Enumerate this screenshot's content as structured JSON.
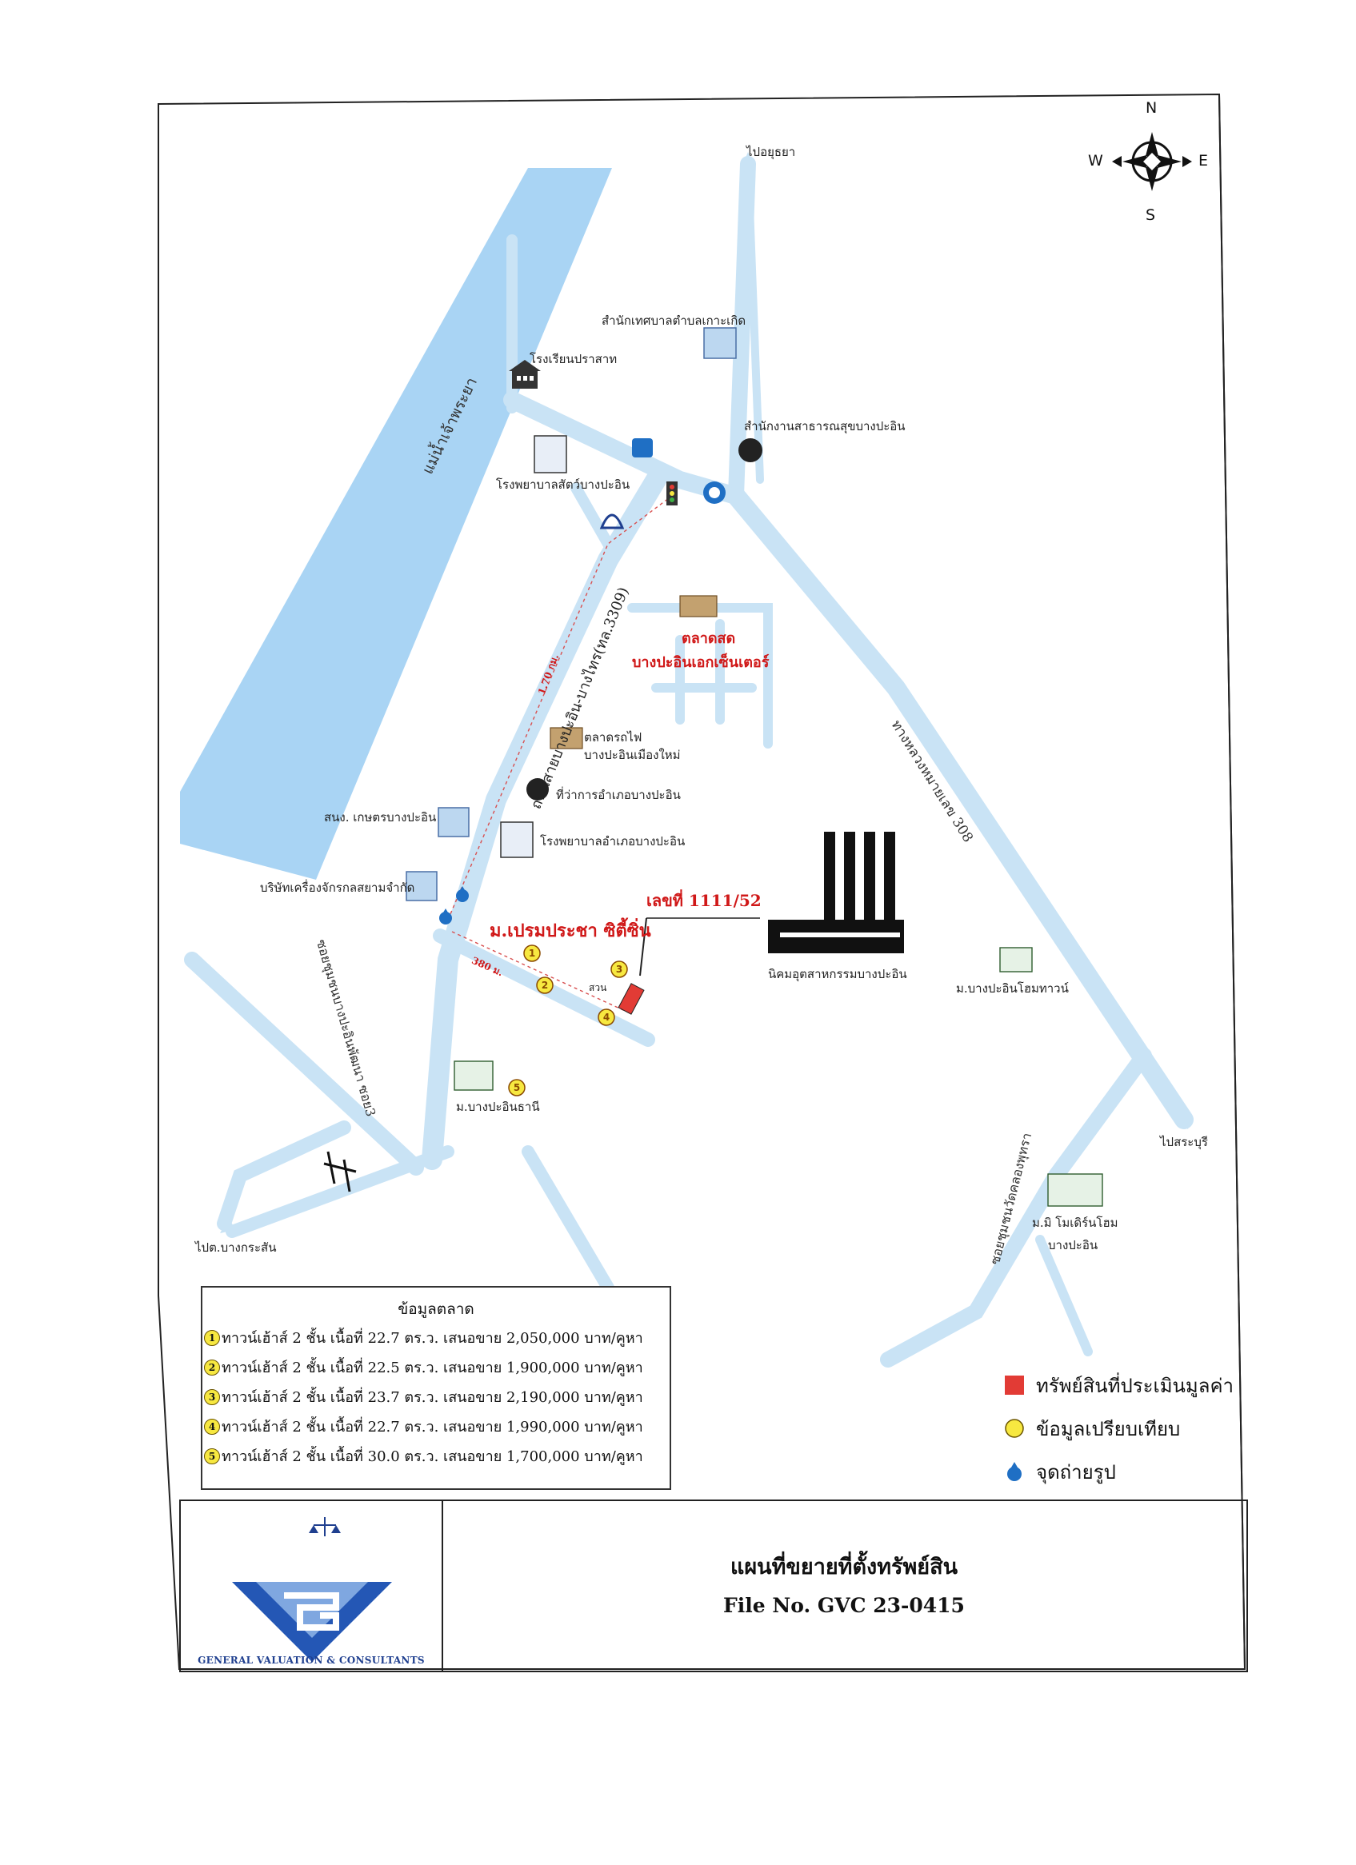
{
  "map": {
    "places": {
      "to_ayutthaya": "ไปอยุธยา",
      "municipal_office": "สำนักเทศบาลตำบลเกาะเกิด",
      "school": "โรงเรียนปราสาท",
      "district_health": "สำนักงานสาธารณสุขบางปะอิน",
      "animal_hospital": "โรงพยาบาลสัตว์บางปะอิน",
      "fresh_market": "ตลาดสด",
      "fresh_market_2": "บางปะอินเอกเซ็นเตอร์",
      "train_market_1": "ตลาดรถไฟ",
      "train_market_2": "บางปะอินเมืองใหม่",
      "district_office": "ที่ว่าการอำเภอบางปะอิน",
      "district_hospital": "โรงพยาบาลอำเภอบางปะอิน",
      "agri_office": "สนง. เกษตรบางปะอิน",
      "machinery_company": "บริษัทเครื่องจักรกลสยามจำกัด",
      "industrial_estate": "นิคมอุตสาหกรรมบางปะอิน",
      "bangpain_town": "ม.บางปะอินโฮมทาวน์",
      "bangpain_thani": "ม.บางปะอินธานี",
      "to_saraburi": "ไปสระบุรี",
      "modern_home": "ม.มิ โมเดิร์นโฮม",
      "modern_home_2": "บางปะอิน",
      "to_bangkrasan": "ไปต.บางกระสัน",
      "river": "แม่น้ำเจ้าพระยา",
      "main_road": "ถนนสายบางปะอิน-บางไทร(ทล.3309)",
      "highway_308": "ทางหลวงหมายเลข 308",
      "soi_63": "ซอยชุมชนบางปะอินพัฒนา ซอย3",
      "soi_wat": "ซอยชุมชนวัดคลองพุทรา",
      "project_name": "ม.เปรมประชา ซิตี้ซิ่น",
      "house_number": "เลขที่ 1111/52",
      "park": "สวน",
      "dist_170": "1.70 กม.",
      "dist_380": "380 ม.",
      "photo_1": "1",
      "photo_2": "2"
    },
    "compass": {
      "n": "N",
      "s": "S",
      "e": "E",
      "w": "W"
    }
  },
  "market": {
    "title": "ข้อมูลตลาด",
    "rows": [
      {
        "num": "1",
        "text": "ทาวน์เฮ้าส์ 2 ชั้น เนื้อที่ 22.7 ตร.ว. เสนอขาย 2,050,000 บาท/คูหา"
      },
      {
        "num": "2",
        "text": "ทาวน์เฮ้าส์ 2 ชั้น เนื้อที่ 22.5 ตร.ว. เสนอขาย 1,900,000 บาท/คูหา"
      },
      {
        "num": "3",
        "text": "ทาวน์เฮ้าส์ 2 ชั้น เนื้อที่ 23.7 ตร.ว. เสนอขาย 2,190,000 บาท/คูหา"
      },
      {
        "num": "4",
        "text": "ทาวน์เฮ้าส์ 2 ชั้น เนื้อที่ 22.7 ตร.ว. เสนอขาย 1,990,000 บาท/คูหา"
      },
      {
        "num": "5",
        "text": "ทาวน์เฮ้าส์ 2 ชั้น เนื้อที่ 30.0 ตร.ว. เสนอขาย 1,700,000 บาท/คูหา"
      }
    ]
  },
  "legend": {
    "subject": "ทรัพย์สินที่ประเมินมูลค่า",
    "comparable": "ข้อมูลเปรียบเทียบ",
    "photo": "จุดถ่ายรูป"
  },
  "title_block": {
    "title": "แผนที่ขยายที่ตั้งทรัพย์สิน",
    "file_no": "File No. GVC 23-0415",
    "company": "GENERAL VALUATION & CONSULTANTS"
  },
  "colors": {
    "road": "#c9e3f5",
    "river": "#a9d4f4",
    "subject": "#e23b35",
    "comparable": "#f7e840",
    "photo_pin": "#1f6fc4",
    "label_red": "#d01818",
    "logo_blue": "#1f3f8f"
  },
  "icons": [
    "compass-icon",
    "school-icon",
    "hospital-icon",
    "government-emblem-icon",
    "traffic-light-icon",
    "bank-icon",
    "market-icon",
    "factory-icon",
    "house-icon",
    "building-icon",
    "temple-icon",
    "photo-pin-icon",
    "logo-scales-icon"
  ]
}
